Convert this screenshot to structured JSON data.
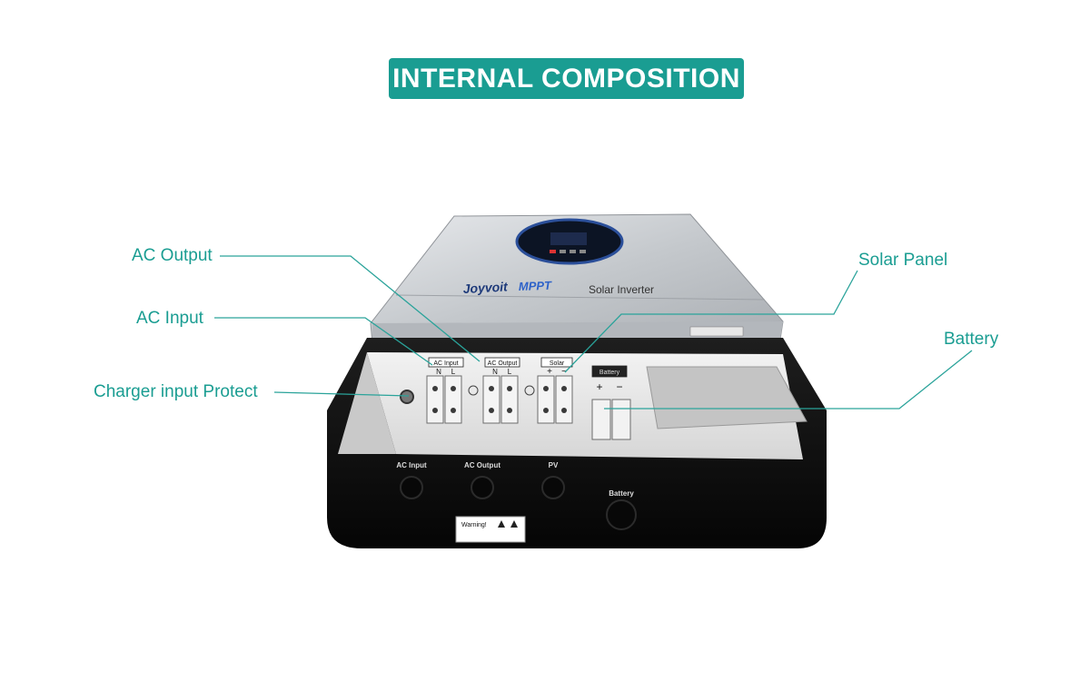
{
  "title": "INTERNAL COMPOSITION",
  "callouts": {
    "ac_output": "AC Output",
    "ac_input": "AC Input",
    "charger_protect": "Charger input Protect",
    "solar_panel": "Solar Panel",
    "battery": "Battery"
  },
  "device": {
    "brand": "Joyvoit",
    "model_text": "MPPT",
    "product_text": "Solar Inverter",
    "terminal_labels": {
      "ac_input": "AC Input",
      "ac_output": "AC Output",
      "solar": "Solar",
      "battery": "Battery",
      "n": "N",
      "l": "L",
      "plus": "+",
      "minus": "−"
    },
    "port_labels": {
      "ac_input": "AC Input",
      "ac_output": "AC Output",
      "pv": "PV",
      "battery": "Battery"
    },
    "warning_label": "Warning!"
  },
  "colors": {
    "accent": "#1a9d92",
    "leader_line": "#2aa39a",
    "panel_silver": "#c9ccd0",
    "chassis_black": "#121212"
  }
}
